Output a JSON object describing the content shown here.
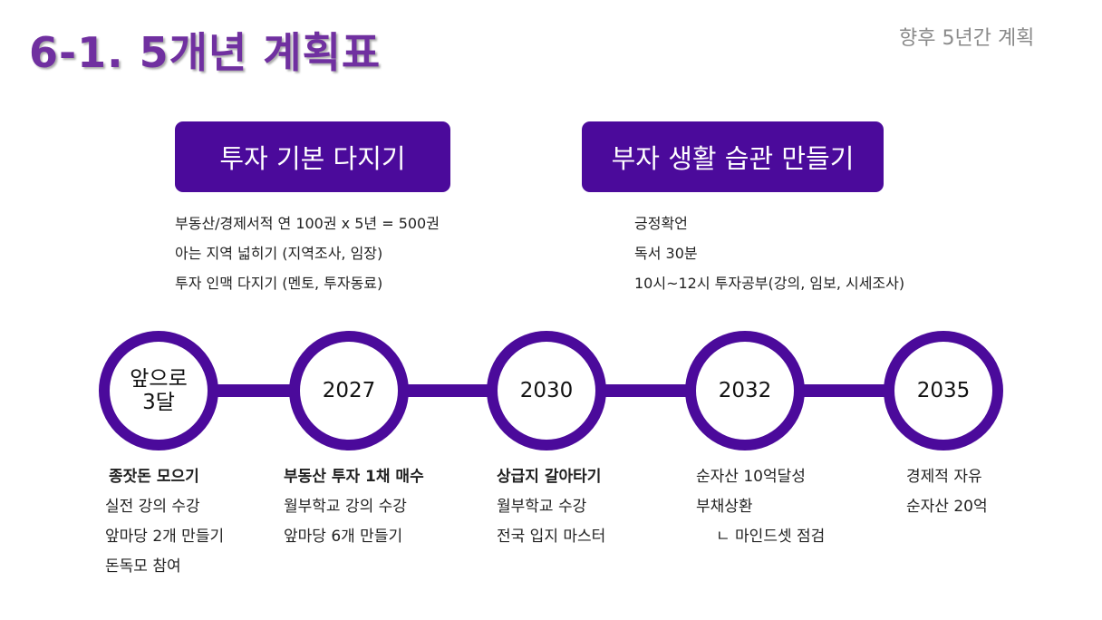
{
  "title": "6-1. 5개년 계획표",
  "subtitle": "향후 5년간 계획",
  "headers": [
    {
      "label": "투자 기본 다지기",
      "items": [
        "부동산/경제서적 연 100권 x 5년 = 500권",
        "아는 지역 넓히기 (지역조사, 임장)",
        "투자 인맥 다지기 (멘토, 투자동료)"
      ]
    },
    {
      "label": "부자 생활 습관 만들기",
      "items": [
        "긍정확언",
        "독서 30분",
        "10시~12시 투자공부(강의, 임보, 시세조사)"
      ]
    }
  ],
  "milestones": [
    {
      "label_line1": "앞으로",
      "label_line2": "3달",
      "heading": "종잣돈 모으기",
      "items": [
        "실전 강의 수강",
        "앞마당 2개 만들기",
        "돈독모 참여"
      ]
    },
    {
      "label": "2027",
      "heading": "부동산 투자 1채 매수",
      "items": [
        "월부학교 강의 수강",
        "앞마당 6개 만들기"
      ]
    },
    {
      "label": "2030",
      "heading": "상급지 갈아타기",
      "items": [
        "월부학교 수강",
        "전국 입지 마스터"
      ]
    },
    {
      "label": "2032",
      "items": [
        "순자산 10억달성",
        "부채상환",
        "ㄴ 마인드셋 점검"
      ]
    },
    {
      "label": "2035",
      "items": [
        "경제적 자유",
        "순자산 20억"
      ]
    }
  ],
  "colors": {
    "accent": "#4B0A9B",
    "title": "#7030A0"
  }
}
